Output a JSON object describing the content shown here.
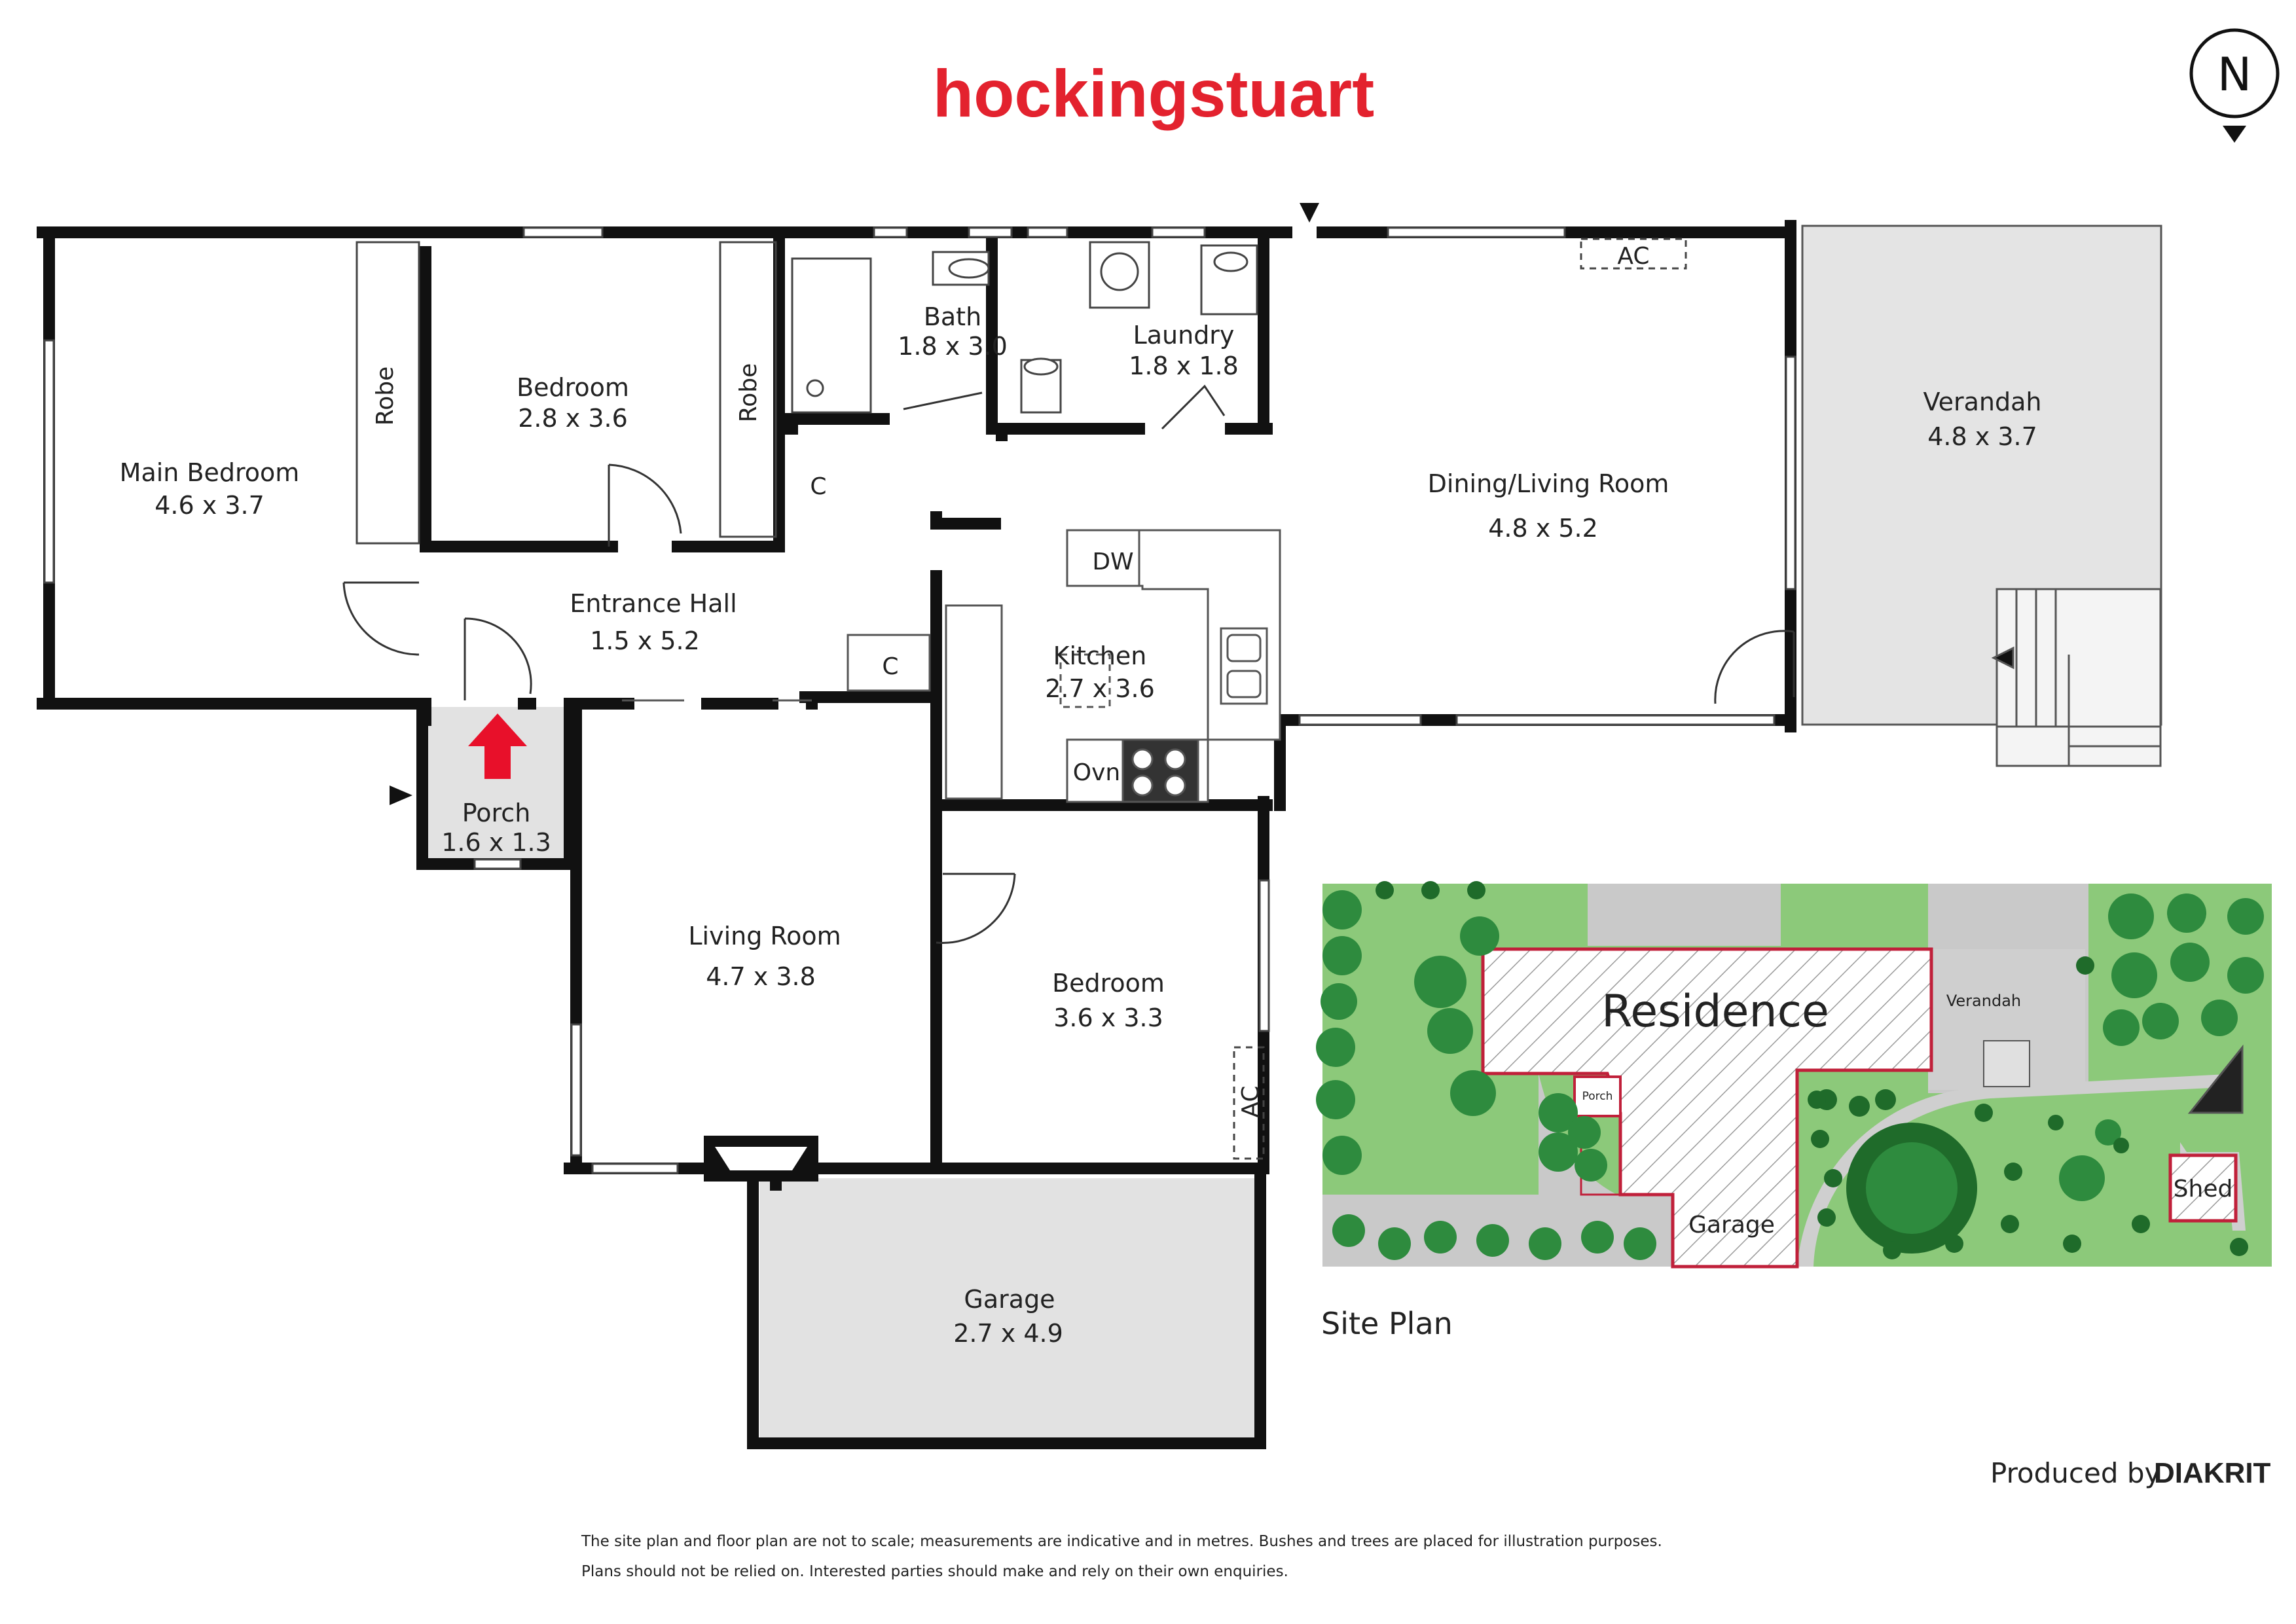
{
  "brand": {
    "name": "hockingstuart",
    "color": "#e3222e"
  },
  "compass": {
    "letter": "N"
  },
  "rooms": {
    "main_bedroom": {
      "name": "Main Bedroom",
      "size": "4.6 x 3.7"
    },
    "bedroom_1": {
      "name": "Bedroom",
      "size": "2.8 x 3.6"
    },
    "robe_1": {
      "name": "Robe"
    },
    "robe_2": {
      "name": "Robe"
    },
    "bath": {
      "name": "Bath",
      "size": "1.8 x 3.0"
    },
    "laundry": {
      "name": "Laundry",
      "size": "1.8 x 1.8"
    },
    "closet_1": {
      "name": "C"
    },
    "closet_2": {
      "name": "C"
    },
    "entrance_hall": {
      "name": "Entrance Hall",
      "size": "1.5 x 5.2"
    },
    "porch": {
      "name": "Porch",
      "size": "1.6 x 1.3"
    },
    "kitchen": {
      "name": "Kitchen",
      "size": "2.7 x 3.6"
    },
    "dishwasher": {
      "name": "DW"
    },
    "oven": {
      "name": "Ovn"
    },
    "dining_living": {
      "name": "Dining/Living Room",
      "size": "4.8 x 5.2"
    },
    "ac_1": {
      "name": "AC"
    },
    "ac_2": {
      "name": "AC"
    },
    "verandah": {
      "name": "Verandah",
      "size": "4.8 x 3.7"
    },
    "living_room": {
      "name": "Living Room",
      "size": "4.7 x 3.8"
    },
    "bedroom_2": {
      "name": "Bedroom",
      "size": "3.6 x 3.3"
    },
    "garage": {
      "name": "Garage",
      "size": "2.7 x 4.9"
    }
  },
  "site_plan": {
    "title": "Site Plan",
    "residence": "Residence",
    "verandah": "Verandah",
    "porch": "Porch",
    "garage": "Garage",
    "shed": "Shed",
    "colors": {
      "lawn": "#8cc97a",
      "paving": "#c9c9c9",
      "outline": "#c0203a",
      "shrub": "#2e8b3e"
    }
  },
  "credit": {
    "prefix": "Produced by",
    "brand": "DIAKRIT"
  },
  "disclaimer": {
    "line1": "The site plan and floor plan are not to scale; measurements are indicative and in metres. Bushes and trees are placed for illustration purposes.",
    "line2": "Plans should not be relied on. Interested parties should make and rely on their own enquiries."
  }
}
